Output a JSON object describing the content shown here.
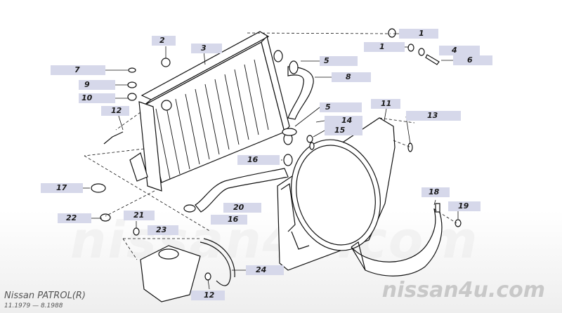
{
  "callouts": [
    {
      "label": "1"
    },
    {
      "label": "1"
    },
    {
      "label": "2"
    },
    {
      "label": "3"
    },
    {
      "label": "4"
    },
    {
      "label": "5"
    },
    {
      "label": "6"
    },
    {
      "label": "7"
    },
    {
      "label": "8"
    },
    {
      "label": "9"
    },
    {
      "label": "10"
    },
    {
      "label": "11"
    },
    {
      "label": "12"
    },
    {
      "label": "13"
    },
    {
      "label": "5"
    },
    {
      "label": "14"
    },
    {
      "label": "15"
    },
    {
      "label": "16"
    },
    {
      "label": "17"
    },
    {
      "label": "18"
    },
    {
      "label": "19"
    },
    {
      "label": "20"
    },
    {
      "label": "16"
    },
    {
      "label": "21"
    },
    {
      "label": "22"
    },
    {
      "label": "23"
    },
    {
      "label": "24"
    },
    {
      "label": "12"
    }
  ],
  "footer": {
    "watermark": "nissan4u.com",
    "brand": "nissan4u.com",
    "model": "Nissan PATROL(R)",
    "dates": "11.1979 — 8.1988"
  }
}
